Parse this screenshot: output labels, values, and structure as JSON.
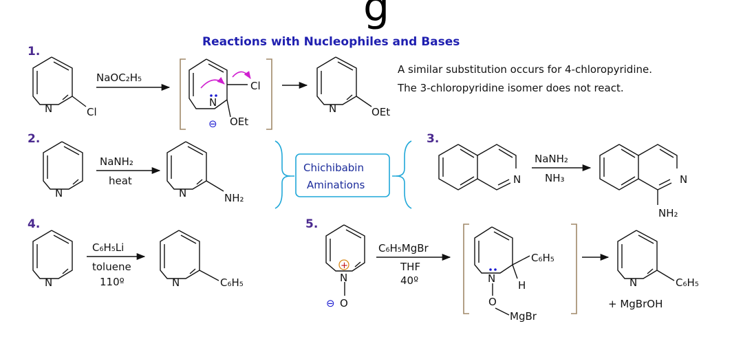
{
  "header_fragment": "g",
  "title": "Reactions with Nucleophiles and Bases",
  "colors": {
    "title": "#1f1fb0",
    "step_number": "#4b2a8f",
    "brace": "#1fa7d8",
    "bracket": "#a08868",
    "electron_arrow": "#d020d0",
    "lone_pair": "#1a1ad0",
    "charge": "#1a1ad0",
    "positive_charge": "#d98a1a"
  },
  "reactions": [
    {
      "number": "1.",
      "reagent": "NaOC2H5",
      "reagent_display": "NaOC₂H₅",
      "reactant_atoms": [
        "N",
        "Cl"
      ],
      "intermediate_atoms": [
        "N",
        "Cl",
        "OEt"
      ],
      "intermediate_charge": "⊖",
      "product_atoms": [
        "N",
        "OEt"
      ],
      "note_line1": "A similar substitution occurs for 4-chloropyridine.",
      "note_line2": "The 3-chloropyridine isomer does not react."
    },
    {
      "number": "2.",
      "reagent": "NaNH₂",
      "condition": "heat",
      "reactant_atoms": [
        "N"
      ],
      "product_atoms": [
        "N",
        "NH₂"
      ]
    },
    {
      "number": "3.",
      "reagent": "NaNH₂",
      "condition": "NH₃",
      "reactant_atoms": [
        "N"
      ],
      "product_atoms": [
        "N",
        "NH₂"
      ]
    },
    {
      "number": "4.",
      "reagent": "C₆H₅Li",
      "condition1": "toluene",
      "condition2": "110º",
      "reactant_atoms": [
        "N"
      ],
      "product_atoms": [
        "N",
        "C₆H₅"
      ]
    },
    {
      "number": "5.",
      "reagent": "C₆H₅MgBr",
      "condition1": "THF",
      "condition2": "40º",
      "reactant_atoms": [
        "N",
        "O"
      ],
      "reactant_charges": [
        "+",
        "⊖"
      ],
      "intermediate_atoms": [
        "N",
        "C₆H₅",
        "H",
        "O",
        "MgBr"
      ],
      "product_atoms": [
        "N",
        "C₆H₅"
      ],
      "byproduct": "+ MgBrOH"
    }
  ],
  "chichibabin": {
    "line1": "Chichibabin",
    "line2": "Aminations"
  }
}
